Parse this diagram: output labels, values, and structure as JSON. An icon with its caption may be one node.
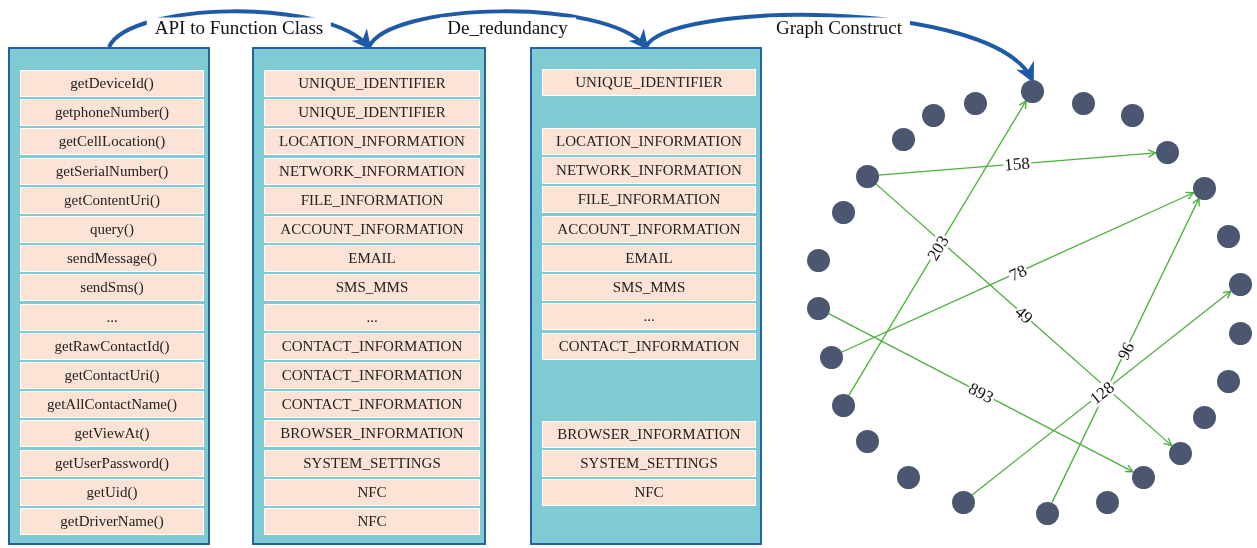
{
  "diagram": {
    "nodes": [
      {
        "text": [],
        "shape": "box"
      },
      {
        "text": [
          "getDeviceId()"
        ],
        "in": 0
      },
      {
        "text": [
          "getphoneNumber()"
        ],
        "in": 0
      },
      {
        "text": [
          "getCellLocation()"
        ],
        "in": 0
      },
      {
        "text": [
          "getSerialNumber()"
        ],
        "in": 0
      },
      {
        "text": [
          "getContentUri()"
        ],
        "in": 0
      },
      {
        "text": [
          "query()"
        ],
        "in": 0
      },
      {
        "text": [
          "sendMessage()"
        ],
        "in": 0
      },
      {
        "text": [
          "sendSms()"
        ],
        "in": 0
      },
      {
        "text": [
          "..."
        ],
        "in": 0
      },
      {
        "text": [
          "getRawContactId()"
        ],
        "in": 0
      },
      {
        "text": [
          "getContactUri()"
        ],
        "in": 0
      },
      {
        "text": [
          "getAllContactName()"
        ],
        "in": 0
      },
      {
        "text": [
          "getViewAt()"
        ],
        "in": 0
      },
      {
        "text": [
          "getUserPassword()"
        ],
        "in": 0
      },
      {
        "text": [
          "getUid()"
        ],
        "in": 0
      },
      {
        "text": [
          "getDriverName()"
        ],
        "in": 0
      },
      {
        "text": [],
        "shape": "box"
      },
      {
        "text": [
          "UNIQUE_IDENTIFIER"
        ],
        "in": 17
      },
      {
        "text": [
          "UNIQUE_IDENTIFIER"
        ],
        "in": 17
      },
      {
        "text": [
          "LOCATION_INFORMATION"
        ],
        "in": 17
      },
      {
        "text": [
          "NETWORK_INFORMATION"
        ],
        "in": 17
      },
      {
        "text": [
          "FILE_INFORMATION"
        ],
        "in": 17
      },
      {
        "text": [
          "ACCOUNT_INFORMATION"
        ],
        "in": 17
      },
      {
        "text": [
          "EMAIL"
        ],
        "in": 17
      },
      {
        "text": [
          "SMS_MMS"
        ],
        "in": 17
      },
      {
        "text": [
          "..."
        ],
        "in": 17
      },
      {
        "text": [
          "CONTACT_INFORMATION"
        ],
        "in": 17
      },
      {
        "text": [
          "CONTACT_INFORMATION"
        ],
        "in": 17
      },
      {
        "text": [
          "CONTACT_INFORMATION"
        ],
        "in": 17
      },
      {
        "text": [
          "BROWSER_INFORMATION"
        ],
        "in": 17
      },
      {
        "text": [
          "SYSTEM_SETTINGS"
        ],
        "in": 17
      },
      {
        "text": [
          "NFC"
        ],
        "in": 17
      },
      {
        "text": [
          "NFC"
        ],
        "in": 17
      },
      {
        "text": [],
        "shape": "box"
      },
      {
        "text": [
          "UNIQUE_IDENTIFIER"
        ],
        "in": 34
      },
      {
        "text": [
          "LOCATION_INFORMATION"
        ],
        "in": 34
      },
      {
        "text": [
          "NETWORK_INFORMATION"
        ],
        "in": 34
      },
      {
        "text": [
          "FILE_INFORMATION"
        ],
        "in": 34
      },
      {
        "text": [
          "ACCOUNT_INFORMATION"
        ],
        "in": 34
      },
      {
        "text": [
          "EMAIL"
        ],
        "in": 34
      },
      {
        "text": [
          "SMS_MMS"
        ],
        "in": 34
      },
      {
        "text": [
          "..."
        ],
        "in": 34
      },
      {
        "text": [
          "CONTACT_INFORMATION"
        ],
        "in": 34
      },
      {
        "text": [
          "BROWSER_INFORMATION"
        ],
        "in": 34
      },
      {
        "text": [
          "SYSTEM_SETTINGS"
        ],
        "in": 34
      },
      {
        "text": [
          "NFC"
        ],
        "in": 34
      },
      {
        "text": [],
        "shape": "circle"
      },
      {
        "text": [],
        "shape": "circle"
      },
      {
        "text": [],
        "shape": "circle"
      },
      {
        "text": [],
        "shape": "circle"
      },
      {
        "text": [],
        "shape": "circle"
      },
      {
        "text": [],
        "shape": "circle"
      },
      {
        "text": [],
        "shape": "circle"
      },
      {
        "text": [],
        "shape": "circle"
      },
      {
        "text": [],
        "shape": "circle"
      },
      {
        "text": [],
        "shape": "circle"
      },
      {
        "text": [],
        "shape": "circle"
      },
      {
        "text": [],
        "shape": "circle"
      },
      {
        "text": [],
        "shape": "circle"
      },
      {
        "text": [],
        "shape": "circle"
      },
      {
        "text": [],
        "shape": "circle"
      },
      {
        "text": [],
        "shape": "circle"
      },
      {
        "text": [],
        "shape": "circle"
      },
      {
        "text": [],
        "shape": "circle"
      },
      {
        "text": [],
        "shape": "circle"
      },
      {
        "text": [],
        "shape": "circle"
      },
      {
        "text": [],
        "shape": "circle"
      },
      {
        "text": [],
        "shape": "circle"
      },
      {
        "text": [],
        "shape": "circle"
      },
      {
        "text": [],
        "shape": "circle"
      },
      {
        "text": [],
        "shape": "circle"
      },
      {
        "text": [],
        "shape": "circle"
      }
    ],
    "edges": [
      {
        "from": 0,
        "to": 17,
        "arrow": "to",
        "label": "API to Function Class",
        "style": "thick",
        "color": "#1f5aa6"
      },
      {
        "from": 17,
        "to": 34,
        "arrow": "to",
        "label": "De_redundancy",
        "style": "thick",
        "color": "#1f5aa6"
      },
      {
        "from": 34,
        "to": 47,
        "arrow": "to",
        "label": "Graph Construct",
        "style": "thick",
        "color": "#1f5aa6"
      },
      {
        "from": 54,
        "to": 53,
        "arrow": "to",
        "label": "158"
      },
      {
        "from": 64,
        "to": 47,
        "arrow": "to",
        "label": "203"
      },
      {
        "from": 62,
        "to": 55,
        "arrow": "to",
        "label": "78"
      },
      {
        "from": 54,
        "to": 67,
        "arrow": "to",
        "label": "49"
      },
      {
        "from": 60,
        "to": 69,
        "arrow": "to",
        "label": "893"
      },
      {
        "from": 70,
        "to": 59,
        "arrow": "to",
        "label": "128"
      },
      {
        "from": 72,
        "to": 55,
        "arrow": "to",
        "label": "96"
      }
    ]
  }
}
